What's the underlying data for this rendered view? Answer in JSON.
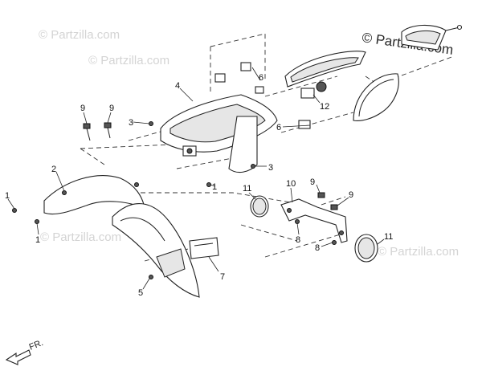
{
  "watermarks": [
    "© Partzilla.com",
    "© Partzilla.com",
    "© Partzilla.com",
    "© Partzilla.com",
    "© Partzilla.com"
  ],
  "direction_label": "FR.",
  "callouts": [
    "1",
    "1",
    "1",
    "2",
    "3",
    "3",
    "4",
    "5",
    "6",
    "6",
    "7",
    "8",
    "8",
    "9",
    "9",
    "9",
    "9",
    "10",
    "11",
    "11",
    "12"
  ]
}
